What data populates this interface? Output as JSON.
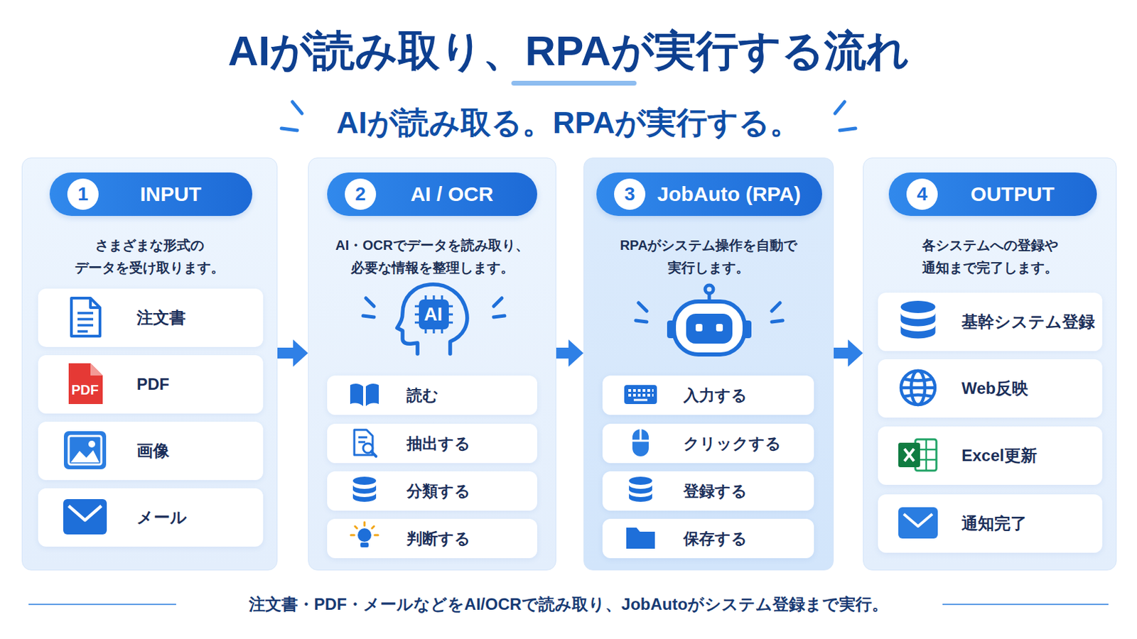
{
  "diagram": {
    "title": "AIが読み取り、RPAが実行する流れ",
    "caption": "注文書・PDF・メールなどをAI/OCRで読み取り、JobAutoがシステム登録まで実行。",
    "nodes": [
      {
        "text": [
          "さまざまな形式の データを受け取ります。"
        ]
      },
      {
        "text": [
          "1",
          "INPUT"
        ],
        "in": 0
      },
      {
        "text": [
          "注文書"
        ],
        "in": 0
      },
      {
        "text": [
          "PDF"
        ],
        "in": 0
      },
      {
        "text": [
          "画像"
        ],
        "in": 0
      },
      {
        "text": [
          "メール"
        ],
        "in": 0
      },
      {
        "text": [
          "AI・OCRでデータを読み取り、 必要な情報を整理します。"
        ]
      },
      {
        "text": [
          "2",
          "AI / OCR"
        ],
        "in": 6
      },
      {
        "text": [
          "読む"
        ],
        "in": 6
      },
      {
        "text": [
          "抽出する"
        ],
        "in": 6
      },
      {
        "text": [
          "分類する"
        ],
        "in": 6
      },
      {
        "text": [
          "判断する"
        ],
        "in": 6
      },
      {
        "text": [
          "RPAがシステム操作を自動で 実行します。"
        ]
      },
      {
        "text": [
          "3",
          "JobAuto (RPA)"
        ],
        "in": 12
      },
      {
        "text": [
          "入力する"
        ],
        "in": 12
      },
      {
        "text": [
          "クリックする"
        ],
        "in": 12
      },
      {
        "text": [
          "登録する"
        ],
        "in": 12
      },
      {
        "text": [
          "保存する"
        ],
        "in": 12
      },
      {
        "text": [
          "各システムへの登録や 通知まで完了します。"
        ]
      },
      {
        "text": [
          "4",
          "OUTPUT"
        ],
        "in": 18
      },
      {
        "text": [
          "基幹システム登録"
        ],
        "in": 18
      },
      {
        "text": [
          "Web反映"
        ],
        "in": 18
      },
      {
        "text": [
          "Excel更新"
        ],
        "in": 18
      },
      {
        "text": [
          "通知完了"
        ],
        "in": 18
      }
    ],
    "edges": [
      {
        "from": 0,
        "to": 6,
        "arrow": "to"
      },
      {
        "from": 6,
        "to": 12,
        "arrow": "to"
      },
      {
        "from": 12,
        "to": 18,
        "arrow": "to"
      }
    ],
    "labels": [
      "AIが読み取る。RPAが実行する。",
      "PDF",
      "AI"
    ]
  }
}
